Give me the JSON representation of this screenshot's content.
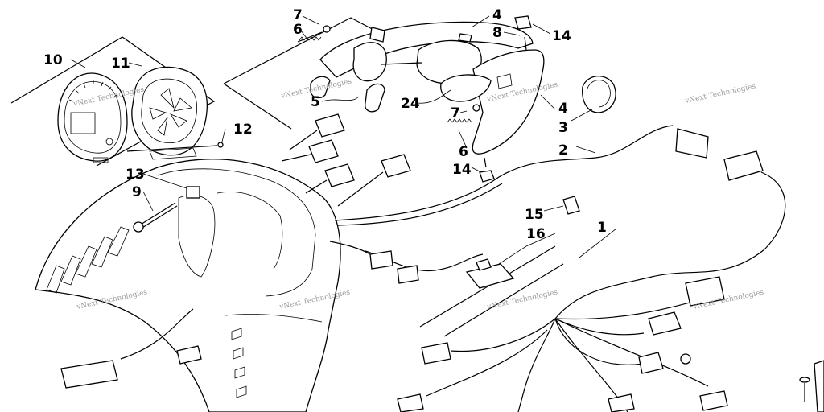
{
  "watermark": {
    "text": "vNext Technologies",
    "color": "#9a9a9a"
  },
  "callouts": [
    {
      "id": "c1",
      "label": "1"
    },
    {
      "id": "c2",
      "label": "2"
    },
    {
      "id": "c3",
      "label": "3"
    },
    {
      "id": "c4a",
      "label": "4"
    },
    {
      "id": "c4b",
      "label": "4"
    },
    {
      "id": "c5",
      "label": "5"
    },
    {
      "id": "c6a",
      "label": "6"
    },
    {
      "id": "c6b",
      "label": "6"
    },
    {
      "id": "c7a",
      "label": "7"
    },
    {
      "id": "c7b",
      "label": "7"
    },
    {
      "id": "c8",
      "label": "8"
    },
    {
      "id": "c9",
      "label": "9"
    },
    {
      "id": "c10",
      "label": "10"
    },
    {
      "id": "c11",
      "label": "11"
    },
    {
      "id": "c12",
      "label": "12"
    },
    {
      "id": "c13",
      "label": "13"
    },
    {
      "id": "c14a",
      "label": "14"
    },
    {
      "id": "c14b",
      "label": "14"
    },
    {
      "id": "c15",
      "label": "15"
    },
    {
      "id": "c16",
      "label": "16"
    },
    {
      "id": "c24",
      "label": "24"
    }
  ]
}
